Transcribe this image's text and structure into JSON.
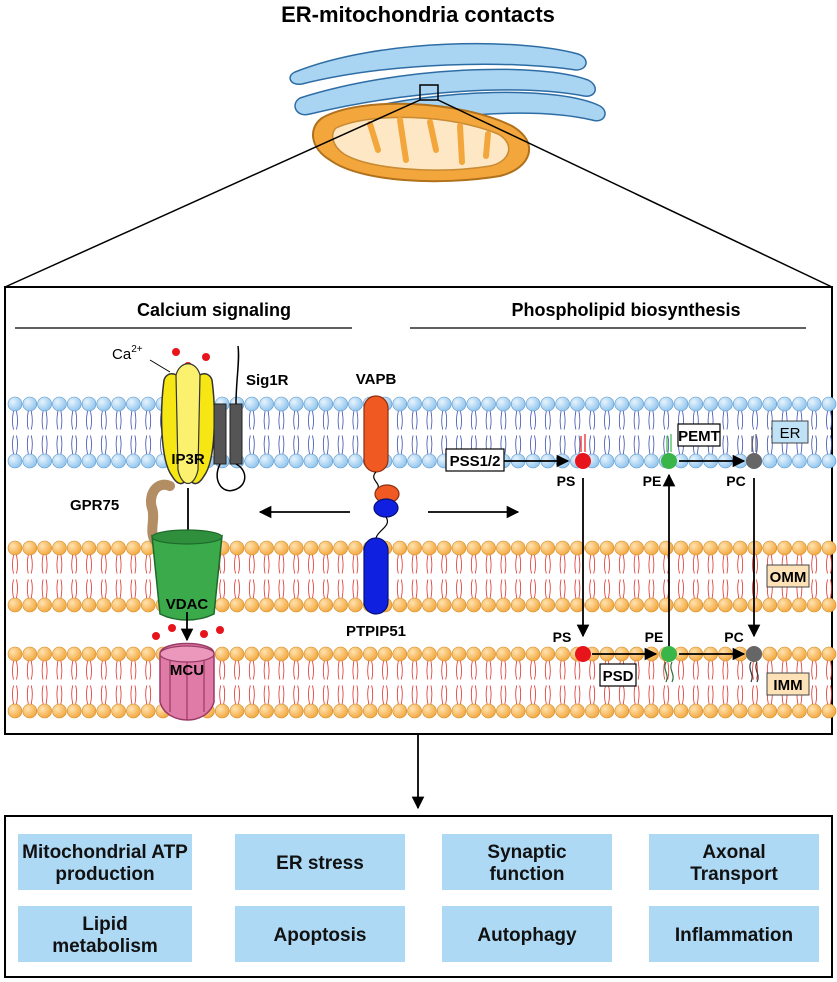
{
  "title": "ER-mitochondria contacts",
  "sections": {
    "left": "Calcium signaling",
    "right": "Phospholipid biosynthesis"
  },
  "membranes": {
    "er": "ER",
    "omm": "OMM",
    "imm": "IMM"
  },
  "proteins": {
    "ca": "Ca",
    "ca_sup": "2+",
    "sig1r": "Sig1R",
    "ip3r": "IP3R",
    "gpr75": "GPR75",
    "vdac": "VDAC",
    "mcu": "MCU",
    "vapb": "VAPB",
    "ptpip51": "PTPIP51"
  },
  "enzymes": {
    "pss": "PSS1/2",
    "pemt": "PEMT",
    "psd": "PSD"
  },
  "lipids": {
    "ps_er": "PS",
    "pe_er": "PE",
    "pc_er": "PC",
    "ps_imm": "PS",
    "pe_imm": "PE",
    "pc_imm": "PC"
  },
  "outcomes": [
    [
      "Mitochondrial ATP",
      "production"
    ],
    [
      "ER stress"
    ],
    [
      "Synaptic",
      "function"
    ],
    [
      "Axonal",
      "Transport"
    ],
    [
      "Lipid",
      "metabolism"
    ],
    [
      "Apoptosis"
    ],
    [
      "Autophagy"
    ],
    [
      "Inflammation"
    ]
  ],
  "colors": {
    "er_bead": "#a9d4f2",
    "mito_bead": "#f8b653",
    "ip3r": "#f5e614",
    "sig1r": "#555555",
    "vdac": "#3aaa4a",
    "mcu": "#e07aa6",
    "vapb": "#f05a22",
    "ptpip51": "#1020e0",
    "gpr75": "#b38d63",
    "ps": "#e8141c",
    "pe": "#39b54a",
    "pc": "#666666",
    "outcome_box": "#aed9f4"
  }
}
